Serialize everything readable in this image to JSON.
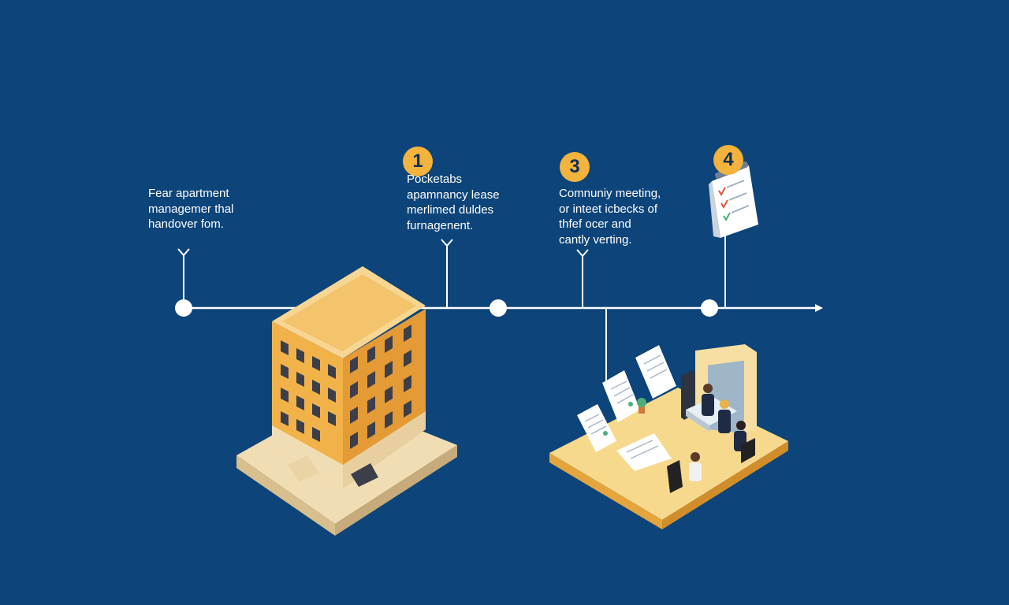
{
  "colors": {
    "background": "#0d4479",
    "line": "#ffffff",
    "badge": "#f3b33d",
    "building": "#f2b24a",
    "base": "#f1ddb3"
  },
  "steps": [
    {
      "text": "Fear apartment\nmanagemer thal\nhandover fom."
    },
    {
      "badge": "1",
      "text": "Pocketabs\napamnancy lease\nmerlimed duldes\nfurnagenent."
    },
    {
      "badge": "3",
      "text": "Comnuniy meeting,\nor inteet icbecks of\nthfef ocer and\ncantly verting."
    },
    {
      "badge": "4",
      "text": ""
    }
  ],
  "icons": {
    "building": "apartment-building-icon",
    "office": "meeting-office-icon",
    "checklist": "checklist-clipboard-icon"
  }
}
